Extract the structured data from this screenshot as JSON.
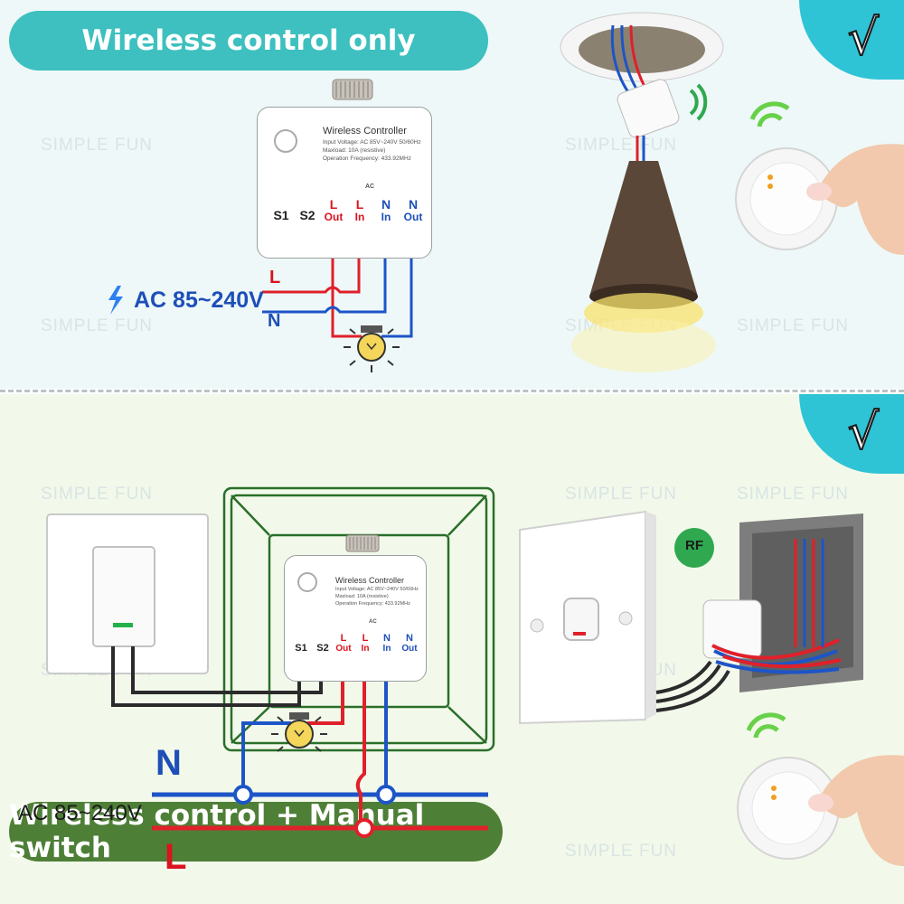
{
  "top": {
    "banner": "Wireless control only",
    "check": "√",
    "controller": {
      "title": "Wireless Controller",
      "specs": [
        "Input Voltage: AC 85V~240V 50/60Hz",
        "Maxload: 10A (resistive)",
        "Operation Frequency: 433.92MHz"
      ],
      "ac_symbol": "AC",
      "terminals": [
        {
          "line1": "S1",
          "line2": ""
        },
        {
          "line1": "S2",
          "line2": ""
        },
        {
          "line1": "L",
          "line2": "Out"
        },
        {
          "line1": "L",
          "line2": "In"
        },
        {
          "line1": "N",
          "line2": "In"
        },
        {
          "line1": "N",
          "line2": "Out"
        }
      ]
    },
    "line_l": "L",
    "line_n": "N",
    "ac_input": "AC 85~240V"
  },
  "bottom": {
    "banner": "Wireless control + Manual switch",
    "check": "√",
    "controller": {
      "title": "Wireless Controller",
      "specs": [
        "Input Voltage: AC 85V~240V 50/60Hz",
        "Maxload: 10A (resistive)",
        "Operation Frequency: 433.92MHz"
      ],
      "ac_symbol": "AC",
      "terminals": [
        {
          "line1": "S1",
          "line2": ""
        },
        {
          "line1": "S2",
          "line2": ""
        },
        {
          "line1": "L",
          "line2": "Out"
        },
        {
          "line1": "L",
          "line2": "In"
        },
        {
          "line1": "N",
          "line2": "In"
        },
        {
          "line1": "N",
          "line2": "Out"
        }
      ]
    },
    "line_n": "N",
    "line_l": "L",
    "ac_input": "AC 85~240V",
    "rf_badge": "RF"
  },
  "watermark": "SIMPLE FUN",
  "colors": {
    "banner_top": "#3dc0bf",
    "banner_bottom": "#4e7f37",
    "corner": "#2fc3d6",
    "wire_live": "#e0202a",
    "wire_neutral": "#1d55c8",
    "label_red": "#d9141f",
    "label_blue": "#1d4fb8"
  }
}
